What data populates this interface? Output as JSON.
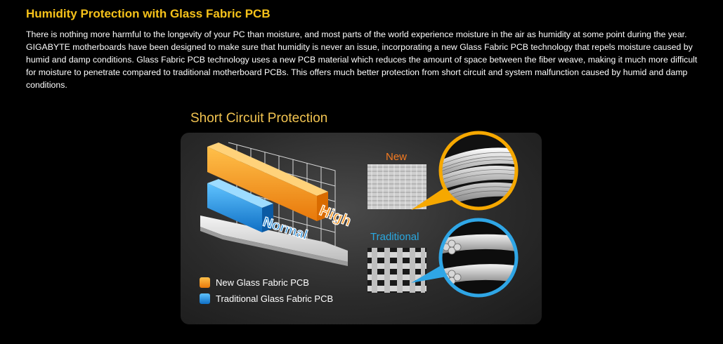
{
  "section": {
    "title": "Humidity Protection with Glass Fabric PCB",
    "description": "There is nothing more harmful to the longevity of your PC than moisture, and most parts of the world experience moisture in the air as humidity at some point during the year. GIGABYTE motherboards have been designed to make sure that humidity is never an issue, incorporating a new Glass Fabric PCB technology that repels moisture caused by humid and damp conditions. Glass Fabric PCB technology uses a new PCB material which reduces the amount of space between the fiber weave, making it much more difficult for moisture to penetrate compared to traditional motherboard PCBs. This offers much better protection from short circuit and system malfunction caused by humid and damp conditions."
  },
  "figure": {
    "heading": "Short Circuit Protection",
    "bars": {
      "high_label": "High",
      "normal_label": "Normal"
    },
    "legend": [
      {
        "label": "New Glass Fabric PCB",
        "color": "#f7941d"
      },
      {
        "label": "Traditional Glass Fabric PCB",
        "color": "#1e88d8"
      }
    ],
    "weave": {
      "new_label": "New",
      "traditional_label": "Traditional"
    },
    "colors": {
      "title": "#f6c21a",
      "heading": "#f2c451",
      "high": "#f7941d",
      "normal": "#1e88d8",
      "zoom_ring": "#f6a800",
      "new_label": "#f47a20",
      "traditional_label": "#29a8e0"
    }
  }
}
